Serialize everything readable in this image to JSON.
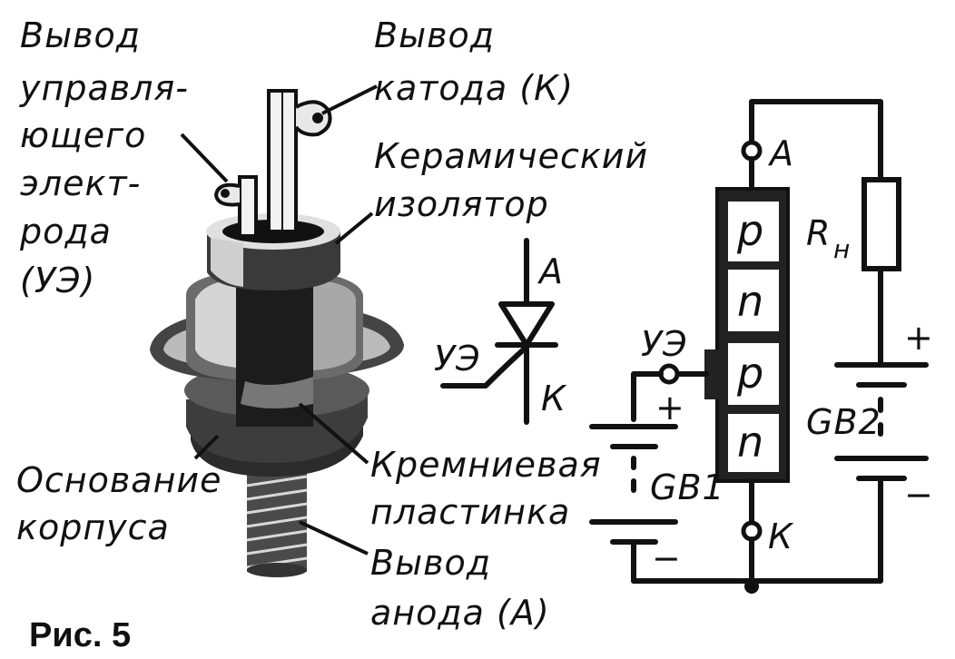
{
  "labels": {
    "gate_lead": [
      "Вывод",
      "управля-",
      "ющего",
      "элект-",
      "рода",
      "(УЭ)"
    ],
    "cathode_lead": [
      "Вывод",
      "катода (К)"
    ],
    "ceramic": [
      "Керамический",
      "изолятор"
    ],
    "base": [
      "Основание",
      "корпуса"
    ],
    "silicon": [
      "Кремниевая",
      "пластинка"
    ],
    "anode_lead": [
      "Вывод",
      "анода (А)"
    ]
  },
  "symbol": {
    "anode": "А",
    "cathode": "К",
    "gate": "УЭ"
  },
  "circuit": {
    "anode": "А",
    "cathode": "К",
    "gate": "УЭ",
    "layers": [
      "p",
      "n",
      "p",
      "n"
    ],
    "load": "R",
    "load_sub": "н",
    "battery1": "GB1",
    "battery2": "GB2",
    "plus": "+",
    "minus": "−"
  },
  "caption": "Рис. 5"
}
